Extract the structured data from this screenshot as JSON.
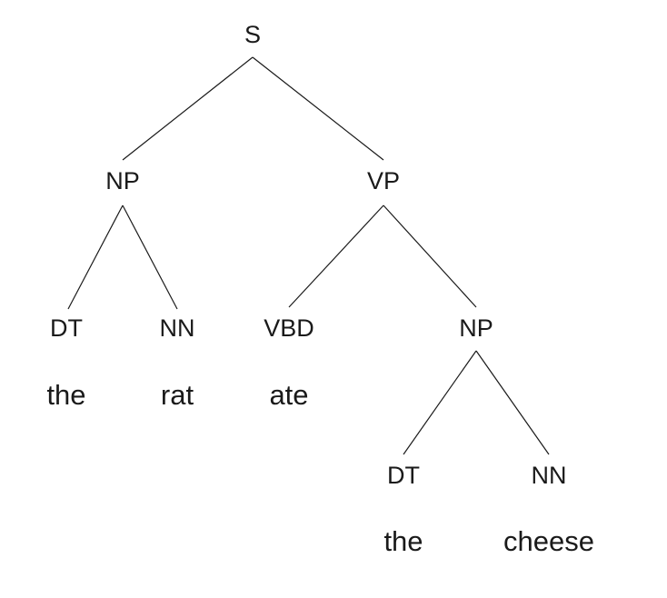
{
  "tree": {
    "root": {
      "label": "S",
      "children": [
        {
          "label": "NP",
          "children": [
            {
              "label": "DT",
              "word": "the"
            },
            {
              "label": "NN",
              "word": "rat"
            }
          ]
        },
        {
          "label": "VP",
          "children": [
            {
              "label": "VBD",
              "word": "ate"
            },
            {
              "label": "NP",
              "children": [
                {
                  "label": "DT",
                  "word": "the"
                },
                {
                  "label": "NN",
                  "word": "cheese"
                }
              ]
            }
          ]
        }
      ]
    }
  }
}
